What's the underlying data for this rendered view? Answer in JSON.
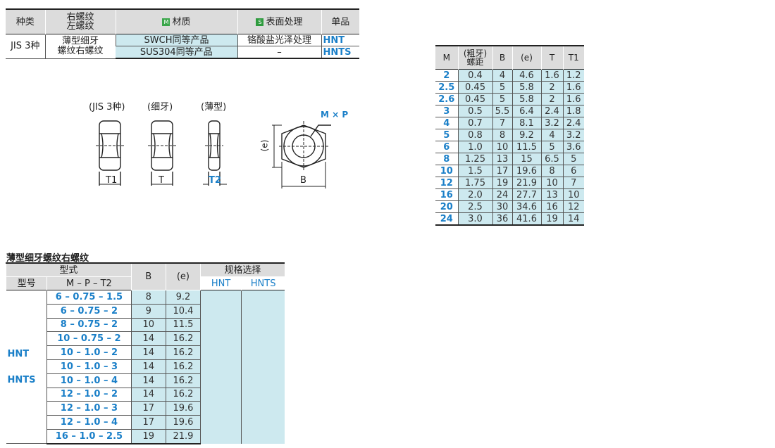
{
  "product_table": {
    "headers": {
      "type": "种类",
      "thread_dir": [
        "右螺纹",
        "左螺纹"
      ],
      "material_badge": "M",
      "material": "材质",
      "surface_badge": "S",
      "surface": "表面处理",
      "single": "单品"
    },
    "type_value": "JIS 3种",
    "thread_value": [
      "薄型细牙",
      "螺纹右螺纹"
    ],
    "rows": [
      {
        "material": "SWCH同等产品",
        "surface": "铬酸盐光泽处理",
        "code": "HNT"
      },
      {
        "material": "SUS304同等产品",
        "surface": "–",
        "code": "HNTS"
      }
    ]
  },
  "drawing": {
    "labels": [
      "(JIS 3种)",
      "(细牙)",
      "(薄型)"
    ],
    "dims": {
      "t1": "T1",
      "t": "T",
      "t2": "T2",
      "e": "(e)",
      "b": "B",
      "mp": "M × P"
    }
  },
  "dim_table": {
    "headers": [
      "M",
      "(粗牙)",
      "螺距",
      "B",
      "(e)",
      "T",
      "T1"
    ],
    "rows": [
      [
        "2",
        "0.4",
        "4",
        "4.6",
        "1.6",
        "1.2"
      ],
      [
        "2.5",
        "0.45",
        "5",
        "5.8",
        "2",
        "1.6"
      ],
      [
        "2.6",
        "0.45",
        "5",
        "5.8",
        "2",
        "1.6"
      ],
      [
        "3",
        "0.5",
        "5.5",
        "6.4",
        "2.4",
        "1.8"
      ],
      [
        "4",
        "0.7",
        "7",
        "8.1",
        "3.2",
        "2.4"
      ],
      [
        "5",
        "0.8",
        "8",
        "9.2",
        "4",
        "3.2"
      ],
      [
        "6",
        "1.0",
        "10",
        "11.5",
        "5",
        "3.6"
      ],
      [
        "8",
        "1.25",
        "13",
        "15",
        "6.5",
        "5"
      ],
      [
        "10",
        "1.5",
        "17",
        "19.6",
        "8",
        "6"
      ],
      [
        "12",
        "1.75",
        "19",
        "21.9",
        "10",
        "7"
      ],
      [
        "16",
        "2.0",
        "24",
        "27.7",
        "13",
        "10"
      ],
      [
        "20",
        "2.5",
        "30",
        "34.6",
        "16",
        "12"
      ],
      [
        "24",
        "3.0",
        "36",
        "41.6",
        "19",
        "14"
      ]
    ]
  },
  "thin_table": {
    "title": "薄型细牙螺纹右螺纹",
    "headers": {
      "model_group": "型式",
      "model_no": "型号",
      "mpt": "M – P – T2",
      "b": "B",
      "e": "(e)",
      "spec": "规格选择",
      "hnt": "HNT",
      "hnts": "HNTS"
    },
    "codes": [
      "HNT",
      "HNTS"
    ],
    "rows": [
      [
        "6 – 0.75 – 1.5",
        "8",
        "9.2"
      ],
      [
        "6 – 0.75 – 2",
        "9",
        "10.4"
      ],
      [
        "8 – 0.75 – 2",
        "10",
        "11.5"
      ],
      [
        "10 – 0.75 – 2",
        "14",
        "16.2"
      ],
      [
        "10 – 1.0 – 2",
        "14",
        "16.2"
      ],
      [
        "10 – 1.0 – 3",
        "14",
        "16.2"
      ],
      [
        "10 – 1.0 – 4",
        "14",
        "16.2"
      ],
      [
        "12 – 1.0 – 2",
        "14",
        "16.2"
      ],
      [
        "12 – 1.0 – 3",
        "17",
        "19.6"
      ],
      [
        "12 – 1.0 – 4",
        "17",
        "19.6"
      ],
      [
        "16 – 1.0 – 2.5",
        "19",
        "21.9"
      ]
    ]
  }
}
